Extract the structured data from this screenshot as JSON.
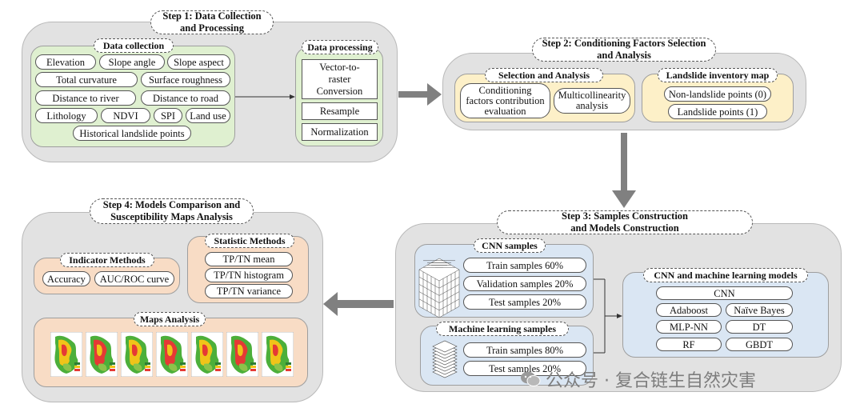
{
  "step1": {
    "title_line1": "Step 1: Data Collection",
    "title_line2": "and Processing",
    "data_collection": {
      "title": "Data collection",
      "items": [
        "Elevation",
        "Slope angle",
        "Slope aspect",
        "Total curvature",
        "Surface roughness",
        "Distance to river",
        "Distance to road",
        "Lithology",
        "NDVI",
        "SPI",
        "Land use",
        "Historical landslide points"
      ]
    },
    "data_processing": {
      "title": "Data processing",
      "items": [
        "Vector-to-raster Conversion",
        "Resample",
        "Normalization"
      ]
    }
  },
  "step2": {
    "title_line1": "Step 2: Conditioning Factors Selection",
    "title_line2": "and Analysis",
    "selection": {
      "title": "Selection and Analysis",
      "items": [
        "Conditioning factors contribution evaluation",
        "Multicollinearity analysis"
      ]
    },
    "inventory": {
      "title": "Landslide inventory map",
      "items": [
        "Non-landslide points (0)",
        "Landslide points (1)"
      ]
    }
  },
  "step3": {
    "title_line1": "Step 3: Samples Construction",
    "title_line2": "and Models Construction",
    "cnn_samples": {
      "title": "CNN samples",
      "items": [
        "Train samples 60%",
        "Validation samples 20%",
        "Test samples 20%"
      ]
    },
    "ml_samples": {
      "title": "Machine learning samples",
      "items": [
        "Train samples 80%",
        "Test samples 20%"
      ]
    },
    "models": {
      "title": "CNN and machine learning models",
      "items": [
        "CNN",
        "Adaboost",
        "Naïve Bayes",
        "MLP-NN",
        "DT",
        "RF",
        "GBDT"
      ]
    }
  },
  "step4": {
    "title_line1": "Step 4: Models Comparison and",
    "title_line2": "Susceptibility Maps Analysis",
    "indicator": {
      "title": "Indicator Methods",
      "items": [
        "Accuracy",
        "AUC/ROC curve"
      ]
    },
    "statistic": {
      "title": "Statistic Methods",
      "items": [
        "TP/TN mean",
        "TP/TN histogram",
        "TP/TN variance"
      ]
    },
    "maps": {
      "title": "Maps Analysis",
      "thumbnail_count": 7
    }
  },
  "watermark": "公众号 · 复合链生自然灾害",
  "colors": {
    "panel": "#e2e2e2",
    "green": "#dff0d0",
    "yellow": "#fdf0c8",
    "peach": "#f8dcc5",
    "blue": "#dae6f3",
    "arrow": "#808080"
  }
}
